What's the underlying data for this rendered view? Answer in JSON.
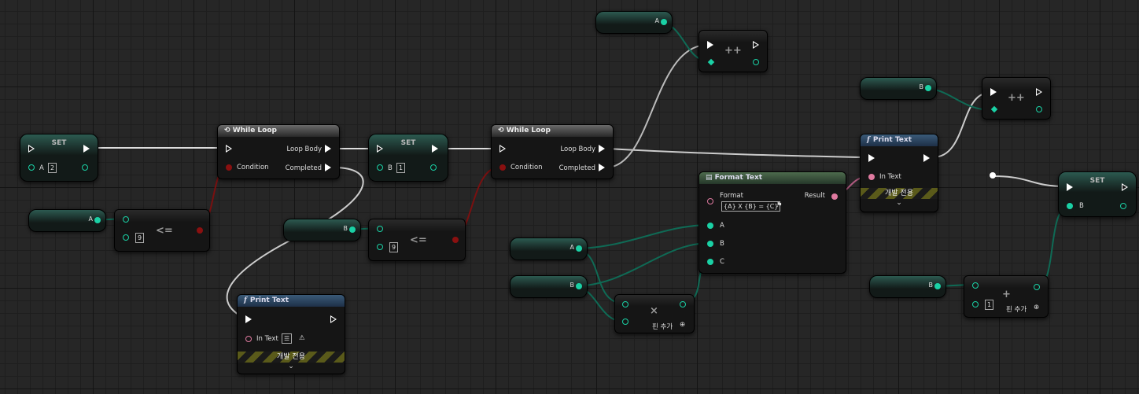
{
  "nodes": {
    "set_a": {
      "title": "SET",
      "var": "A",
      "value": "2"
    },
    "while1": {
      "title": "While Loop",
      "loop_body": "Loop Body",
      "condition": "Condition",
      "completed": "Completed"
    },
    "get_a1": {
      "label": "A"
    },
    "le1": {
      "value": "9",
      "op": "<="
    },
    "set_b": {
      "title": "SET",
      "var": "B",
      "value": "1"
    },
    "get_b1": {
      "label": "B"
    },
    "le2": {
      "value": "9",
      "op": "<="
    },
    "print1": {
      "title": "Print Text",
      "in_text": "In Text",
      "dev_only": "개발 전용",
      "chevron": "⌄"
    },
    "while2": {
      "title": "While Loop",
      "loop_body": "Loop Body",
      "condition": "Condition",
      "completed": "Completed"
    },
    "get_a_top": {
      "label": "A"
    },
    "inc_a": {
      "op": "++"
    },
    "get_a2": {
      "label": "A"
    },
    "get_b2": {
      "label": "B"
    },
    "mult": {
      "op": "×",
      "add_pin": "핀 추가"
    },
    "format": {
      "title": "Format Text",
      "format": "Format",
      "format_value": "{A} X {B} = {C}",
      "result": "Result",
      "pin_a": "A",
      "pin_b": "B",
      "pin_c": "C"
    },
    "print2": {
      "title": "Print Text",
      "in_text": "In Text",
      "dev_only": "개발 전용",
      "chevron": "⌄"
    },
    "get_b_top": {
      "label": "B"
    },
    "inc_b": {
      "op": "++"
    },
    "set_b2": {
      "title": "SET",
      "var": "B"
    },
    "get_b3": {
      "label": "B"
    },
    "add": {
      "op": "+",
      "value": "1",
      "add_pin": "핀 추가"
    }
  }
}
